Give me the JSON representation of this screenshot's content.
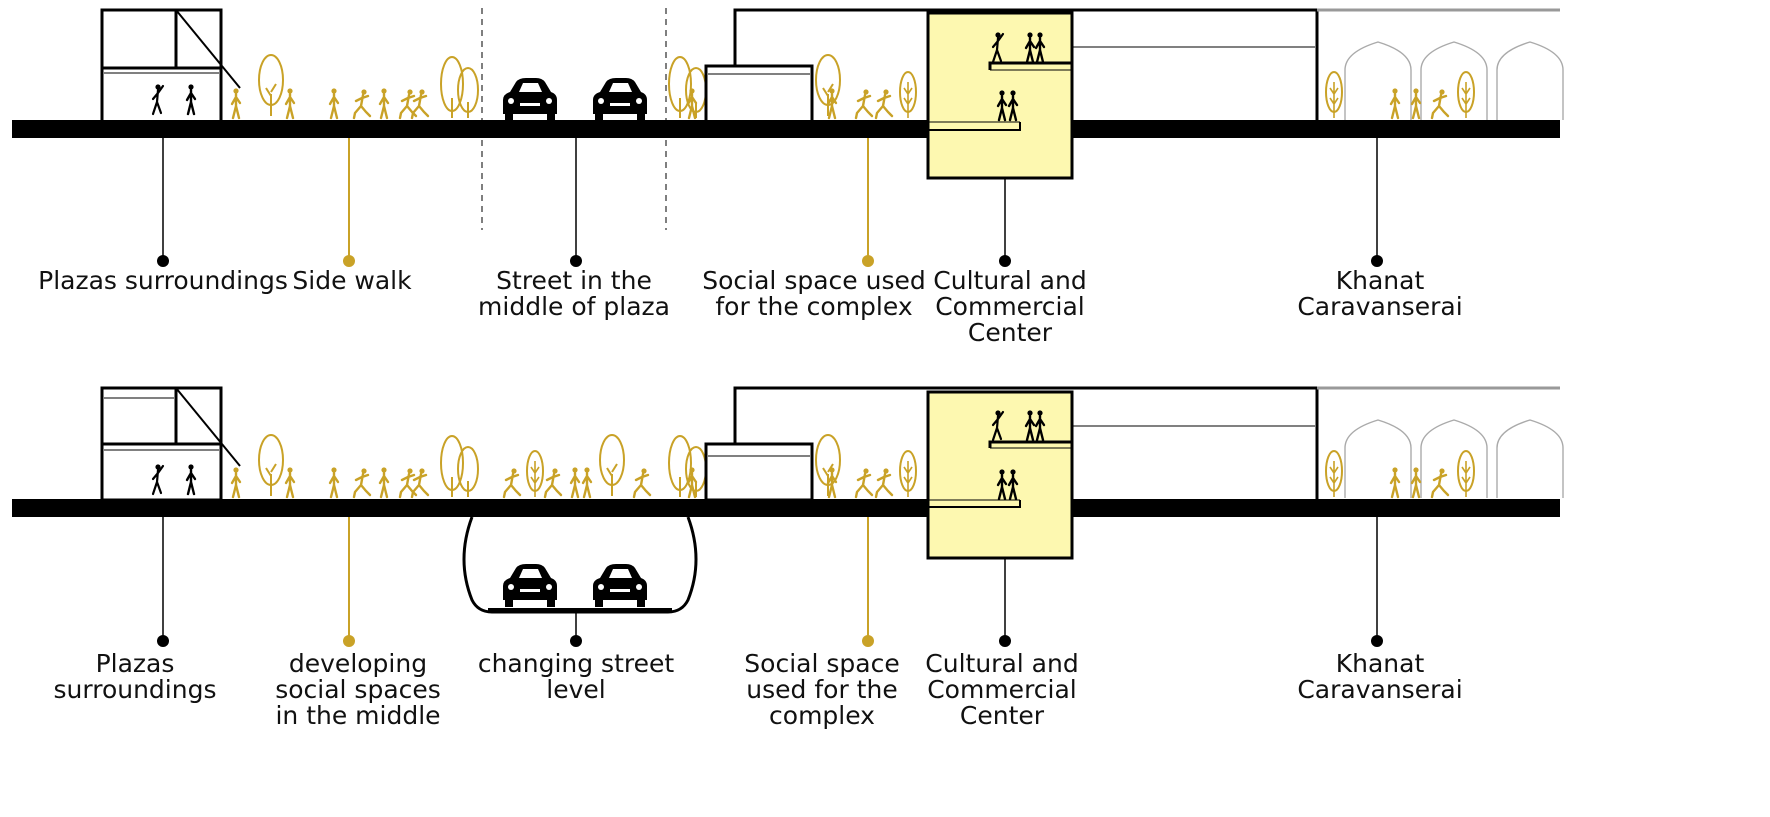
{
  "accent_yellow": "#c9a227",
  "highlight_fill": "#fdf8b0",
  "ink": "#000000",
  "top_section": {
    "labels": {
      "plazas": "Plazas surroundings",
      "sidewalk": "Side walk",
      "street_1": "Street in the",
      "street_2": "middle of plaza",
      "social_1": "Social space used",
      "social_2": "for the complex",
      "cultural_1": "Cultural and",
      "cultural_2": "Commercial",
      "cultural_3": "Center",
      "khanat_1": "Khanat",
      "khanat_2": "Caravanserai"
    }
  },
  "bottom_section": {
    "labels": {
      "plazas_1": "Plazas",
      "plazas_2": "surroundings",
      "developing_1": "developing",
      "developing_2": "social spaces",
      "developing_3": "in the middle",
      "street_1": "changing street",
      "street_2": "level",
      "social_1": "Social space",
      "social_2": "used for the",
      "social_3": "complex",
      "cultural_1": "Cultural and",
      "cultural_2": "Commercial",
      "cultural_3": "Center",
      "khanat_1": "Khanat",
      "khanat_2": "Caravanserai"
    }
  }
}
